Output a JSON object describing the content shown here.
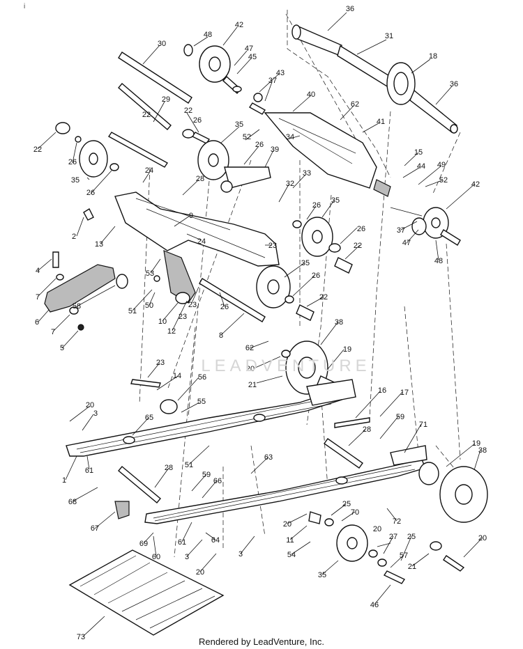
{
  "corner_mark": "i",
  "watermark": "LEADVENTURE",
  "credit": "Rendered by LeadVenture, Inc.",
  "callouts": [
    "36",
    "31",
    "18",
    "36",
    "48",
    "42",
    "30",
    "47",
    "45",
    "43",
    "37",
    "40",
    "62",
    "41",
    "22",
    "29",
    "22",
    "26",
    "35",
    "52",
    "26",
    "39",
    "34",
    "15",
    "44",
    "49",
    "52",
    "42",
    "22",
    "26",
    "35",
    "26",
    "24",
    "28",
    "9",
    "33",
    "32",
    "26",
    "35",
    "37",
    "47",
    "48",
    "2",
    "13",
    "24",
    "23",
    "26",
    "22",
    "4",
    "7",
    "53",
    "23",
    "35",
    "26",
    "22",
    "6",
    "7",
    "58",
    "51",
    "50",
    "10",
    "23",
    "26",
    "12",
    "8",
    "38",
    "5",
    "62",
    "19",
    "20",
    "21",
    "23",
    "14",
    "56",
    "55",
    "16",
    "17",
    "20",
    "3",
    "65",
    "59",
    "71",
    "28",
    "19",
    "38",
    "1",
    "61",
    "51",
    "63",
    "28",
    "59",
    "66",
    "68",
    "67",
    "25",
    "70",
    "69",
    "60",
    "61",
    "64",
    "3",
    "20",
    "11",
    "20",
    "3",
    "72",
    "27",
    "25",
    "20",
    "54",
    "35",
    "57",
    "21",
    "20",
    "46",
    "73"
  ]
}
